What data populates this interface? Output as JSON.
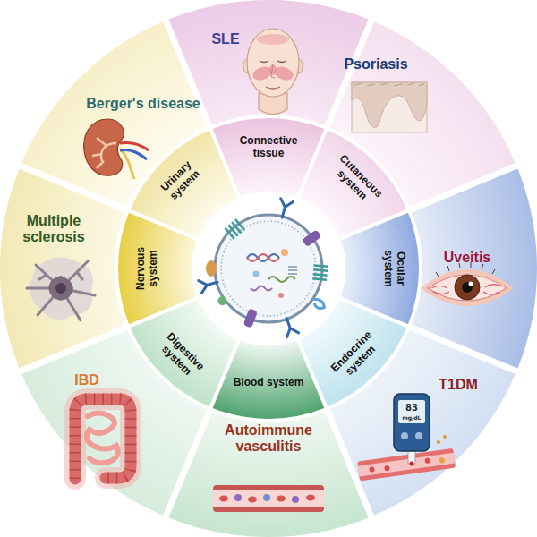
{
  "diagram": {
    "nodes": [
      {
        "text": [
          "SLE"
        ]
      },
      {
        "text": [
          "Psoriasis"
        ]
      },
      {
        "text": [
          "Uveitis"
        ]
      },
      {
        "text": [
          "T1DM"
        ]
      },
      {
        "text": [
          "Autoimmune vasculitis"
        ]
      },
      {
        "text": [
          "IBD"
        ]
      },
      {
        "text": [
          "Multiple sclerosis"
        ]
      },
      {
        "text": [
          "Berger's disease"
        ]
      },
      {
        "text": [
          "Connective tissue"
        ]
      },
      {
        "text": [
          "Cutaneous system"
        ]
      },
      {
        "text": [
          "Ocular system"
        ]
      },
      {
        "text": [
          "Endocrine system"
        ]
      },
      {
        "text": [
          "Blood system"
        ]
      },
      {
        "text": [
          "Digestive system"
        ]
      },
      {
        "text": [
          "Nervous system"
        ]
      },
      {
        "text": [
          "Urinary system"
        ]
      }
    ],
    "labels": [
      "83",
      "mg/dL"
    ]
  }
}
